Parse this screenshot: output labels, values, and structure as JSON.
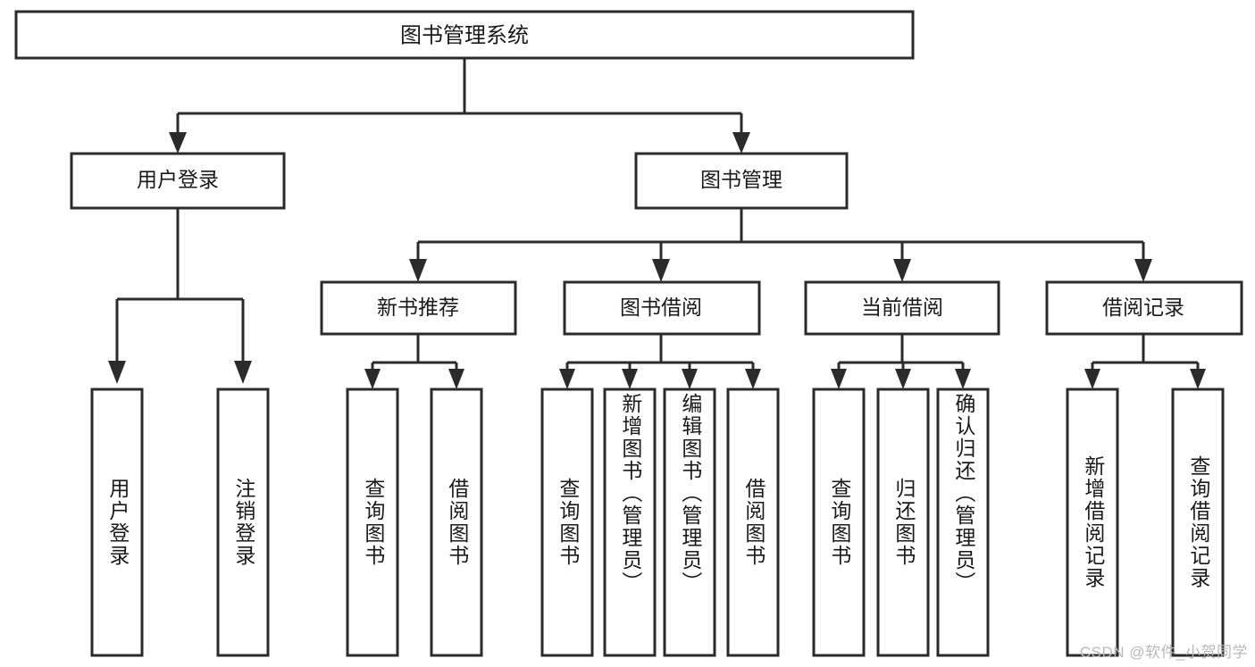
{
  "diagram": {
    "type": "tree",
    "title": "图书管理系统",
    "orientation": "top-down",
    "colors": {
      "box_fill": "#ffffff",
      "box_stroke": "#2b2b2b",
      "text": "#1a1a1a",
      "background": "#ffffff",
      "watermark": "#b9b9b9"
    },
    "root": {
      "label": "图书管理系统",
      "children": [
        {
          "label": "用户登录",
          "children": [
            {
              "label": "用户登录"
            },
            {
              "label": "注销登录"
            }
          ]
        },
        {
          "label": "图书管理",
          "children": [
            {
              "label": "新书推荐",
              "children": [
                {
                  "label": "查询图书"
                },
                {
                  "label": "借阅图书"
                }
              ]
            },
            {
              "label": "图书借阅",
              "children": [
                {
                  "label": "查询图书"
                },
                {
                  "label": "新增图书（管理员）"
                },
                {
                  "label": "编辑图书（管理员）"
                },
                {
                  "label": "借阅图书"
                }
              ]
            },
            {
              "label": "当前借阅",
              "children": [
                {
                  "label": "查询图书"
                },
                {
                  "label": "归还图书"
                },
                {
                  "label": "确认归还（管理员）"
                }
              ]
            },
            {
              "label": "借阅记录",
              "children": [
                {
                  "label": "新增借阅记录"
                },
                {
                  "label": "查询借阅记录"
                }
              ]
            }
          ]
        }
      ]
    },
    "nodes": {
      "root": "图书管理系统",
      "l2_user_login": "用户登录",
      "l2_book_manage": "图书管理",
      "l3_new_book": "新书推荐",
      "l3_borrow": "图书借阅",
      "l3_current": "当前借阅",
      "l3_records": "借阅记录",
      "leaf_user_login": "用户登录",
      "leaf_logout": "注销登录",
      "leaf_nb_query": "查询图书",
      "leaf_nb_borrow": "借阅图书",
      "leaf_bw_query": "查询图书",
      "leaf_bw_add": "新增图书（管理员）",
      "leaf_bw_edit": "编辑图书（管理员）",
      "leaf_bw_borrow": "借阅图书",
      "leaf_cur_query": "查询图书",
      "leaf_cur_return": "归还图书",
      "leaf_cur_confirm": "确认归还（管理员）",
      "leaf_rec_add": "新增借阅记录",
      "leaf_rec_query": "查询借阅记录"
    }
  },
  "watermark": {
    "text": "CSDN @软件_小贺同学"
  }
}
